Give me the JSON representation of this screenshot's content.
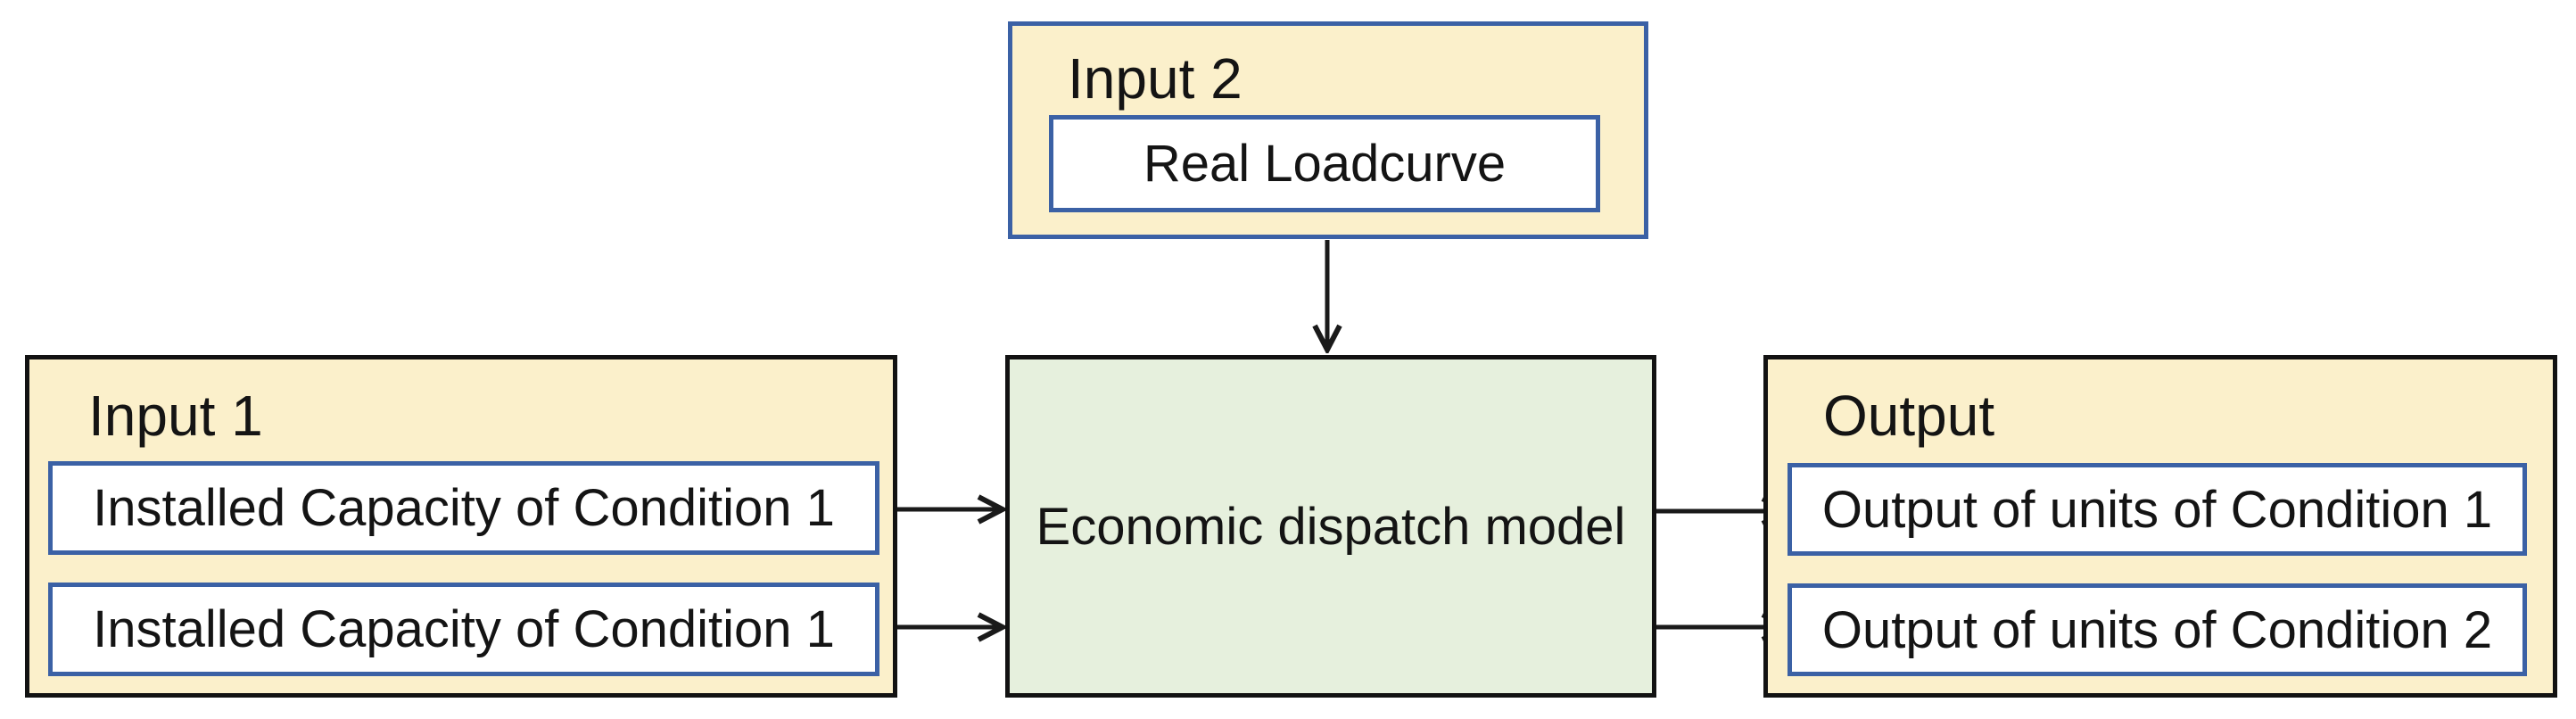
{
  "colors": {
    "panel_fill": "#FBF0CB",
    "model_fill": "#E6F0DD",
    "blue_border": "#3B61A5",
    "dark_border": "#121212",
    "arrow_color": "#1A1A1A",
    "text_color": "#141414"
  },
  "input2": {
    "title": "Input 2",
    "items": [
      "Real Loadcurve"
    ]
  },
  "input1": {
    "title": "Input 1",
    "items": [
      "Installed Capacity of Condition 1",
      "Installed Capacity of Condition 1"
    ]
  },
  "model": {
    "label": "Economic dispatch model"
  },
  "output": {
    "title": "Output",
    "items": [
      "Output of units of Condition 1",
      "Output of units of Condition 2"
    ]
  }
}
